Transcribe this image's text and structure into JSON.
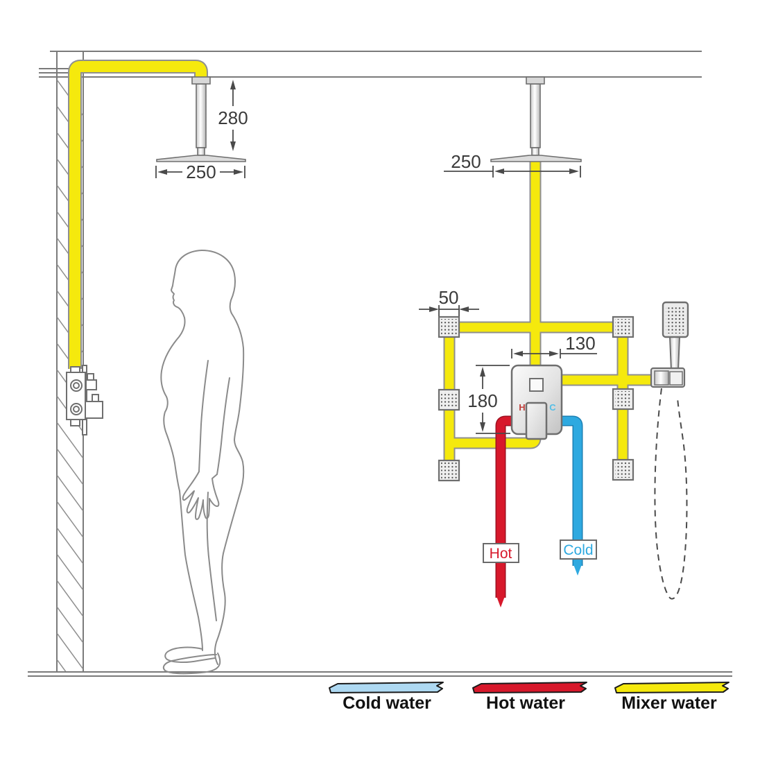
{
  "dimensions": {
    "ceiling_drop": "280",
    "left_head_width": "250",
    "right_head_width": "250",
    "body_jet_width": "50",
    "valve_width": "130",
    "valve_height": "180"
  },
  "valve": {
    "hot_port_letter": "H",
    "cold_port_letter": "C"
  },
  "supply_labels": {
    "hot": "Hot",
    "cold": "Cold"
  },
  "legend": {
    "items": [
      {
        "label": "Cold water",
        "color": "#AED9F2"
      },
      {
        "label": "Hot water",
        "color": "#D7182B"
      },
      {
        "label": "Mixer water",
        "color": "#F5E90D"
      }
    ]
  },
  "colors": {
    "mixer_pipe": "#F5E90D",
    "hot_pipe": "#D7182B",
    "cold_pipe": "#2EA9E0",
    "line_art": "#7a7a7a"
  }
}
